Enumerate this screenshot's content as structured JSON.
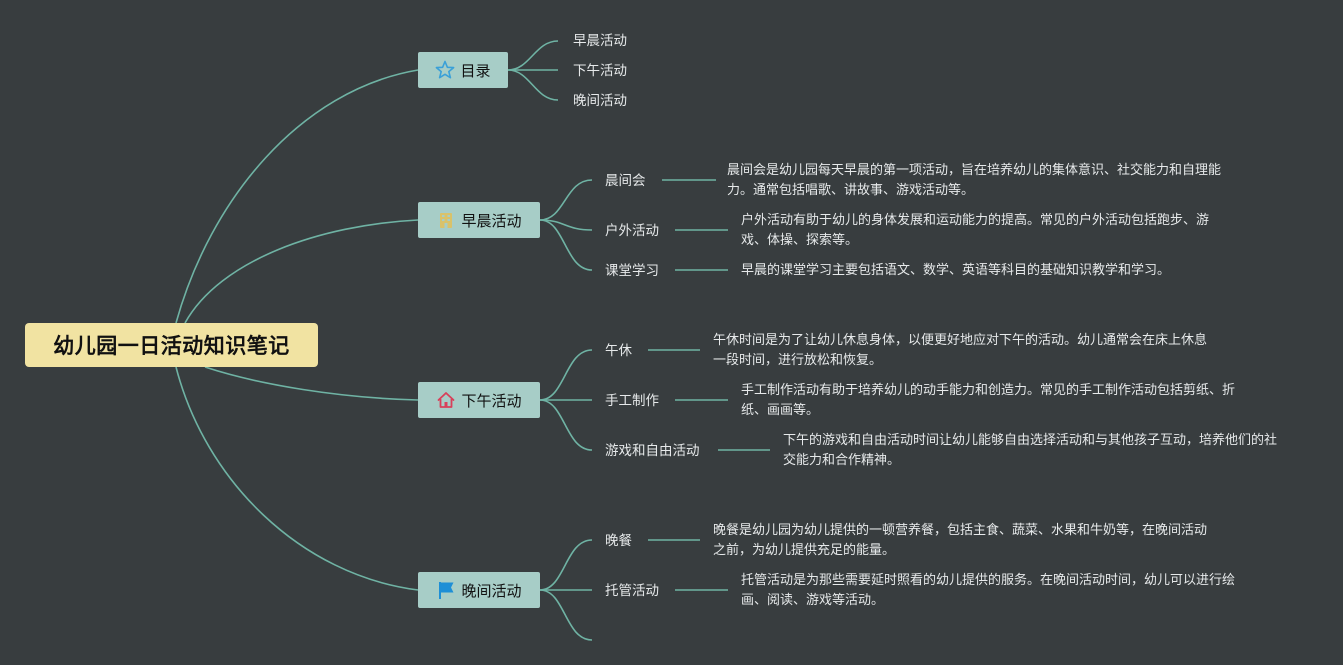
{
  "root": {
    "title": "幼儿园一日活动知识笔记"
  },
  "branches": [
    {
      "label": "目录",
      "icon": "star-icon",
      "children": [
        {
          "label": "早晨活动"
        },
        {
          "label": "下午活动"
        },
        {
          "label": "晚间活动"
        }
      ]
    },
    {
      "label": "早晨活动",
      "icon": "building-icon",
      "children": [
        {
          "label": "晨间会",
          "desc": "晨间会是幼儿园每天早晨的第一项活动，旨在培养幼儿的集体意识、社交能力和自理能力。通常包括唱歌、讲故事、游戏活动等。"
        },
        {
          "label": "户外活动",
          "desc": "户外活动有助于幼儿的身体发展和运动能力的提高。常见的户外活动包括跑步、游戏、体操、探索等。"
        },
        {
          "label": "课堂学习",
          "desc": "早晨的课堂学习主要包括语文、数学、英语等科目的基础知识教学和学习。"
        }
      ]
    },
    {
      "label": "下午活动",
      "icon": "home-icon",
      "children": [
        {
          "label": "午休",
          "desc": "午休时间是为了让幼儿休息身体，以便更好地应对下午的活动。幼儿通常会在床上休息一段时间，进行放松和恢复。"
        },
        {
          "label": "手工制作",
          "desc": "手工制作活动有助于培养幼儿的动手能力和创造力。常见的手工制作活动包括剪纸、折纸、画画等。"
        },
        {
          "label": "游戏和自由活动",
          "desc": "下午的游戏和自由活动时间让幼儿能够自由选择活动和与其他孩子互动，培养他们的社交能力和合作精神。"
        }
      ]
    },
    {
      "label": "晚间活动",
      "icon": "flag-icon",
      "children": [
        {
          "label": "晚餐",
          "desc": "晚餐是幼儿园为幼儿提供的一顿营养餐，包括主食、蔬菜、水果和牛奶等，在晚间活动之前，为幼儿提供充足的能量。"
        },
        {
          "label": "托管活动",
          "desc": "托管活动是为那些需要延时照看的幼儿提供的服务。在晚间活动时间，幼儿可以进行绘画、阅读、游戏等活动。"
        }
      ]
    }
  ],
  "colors": {
    "background": "#383d3f",
    "connector": "#6fb3a4",
    "root_fill": "#f1e3a2",
    "branch_fill": "#a7cdc7",
    "star": "#3aa0d8",
    "building": "#d9c26a",
    "home": "#d8405a",
    "flag": "#1e8fd6"
  }
}
